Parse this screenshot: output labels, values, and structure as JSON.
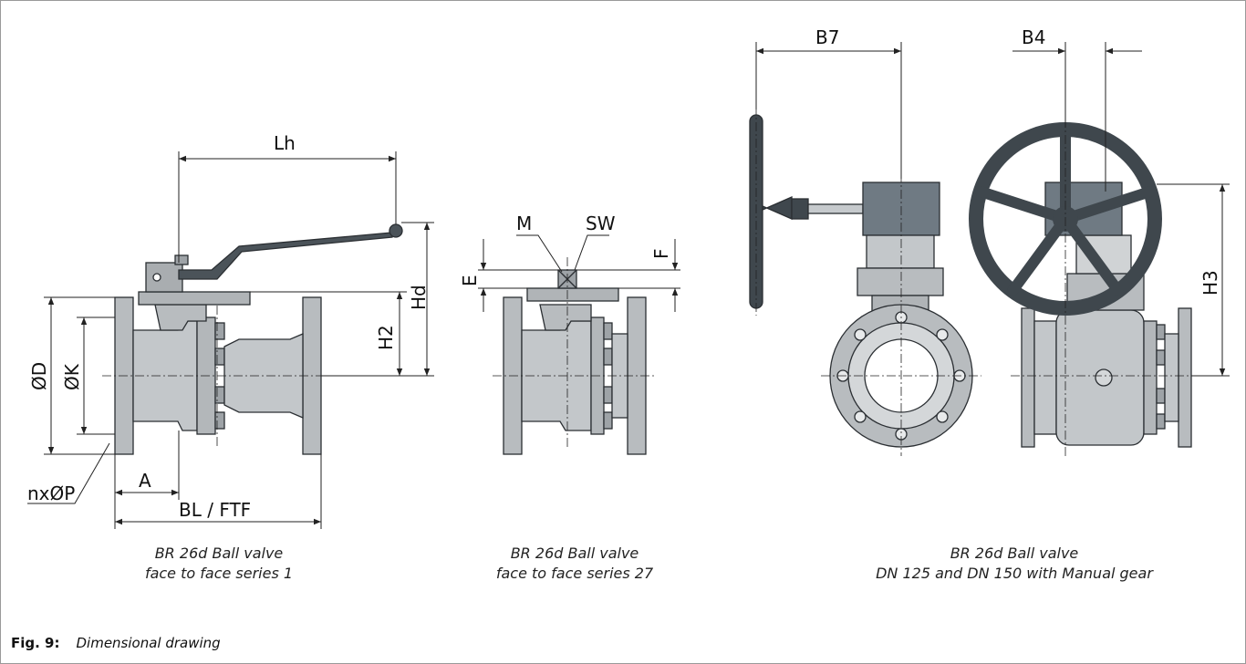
{
  "figure": {
    "number": "Fig. 9:",
    "title": "Dimensional drawing"
  },
  "views": [
    {
      "id": "series1",
      "caption_line1": "BR 26d Ball valve",
      "caption_line2": "face to face series 1"
    },
    {
      "id": "series27",
      "caption_line1": "BR 26d Ball valve",
      "caption_line2": "face to face series 27"
    },
    {
      "id": "gear",
      "caption_line1": "BR 26d Ball valve",
      "caption_line2": "DN 125 and DN 150 with Manual gear"
    }
  ],
  "dimensions": {
    "lh": "Lh",
    "hd": "Hd",
    "h2": "H2",
    "od": "ØD",
    "ok": "ØK",
    "nxop": "nxØP",
    "a": "A",
    "blftf": "BL / FTF",
    "m": "M",
    "sw": "SW",
    "e": "E",
    "f": "F",
    "b7": "B7",
    "b4": "B4",
    "h3": "H3"
  },
  "colors": {
    "body_fill": "#b8bcbf",
    "body_stroke": "#2b2f33",
    "handle": "#4b5359",
    "wheel": "#3f474d",
    "gearbox": "#6f7a83",
    "line": "#222222"
  }
}
